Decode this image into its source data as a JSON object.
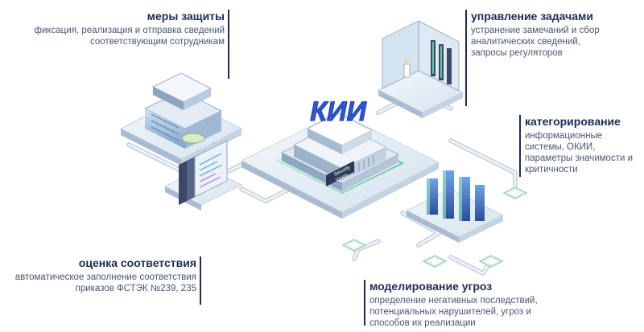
{
  "center_label": "КИИ",
  "center_brand_line1": "Security",
  "center_brand_line2": "Vision",
  "callouts": {
    "protection": {
      "title": "меры защиты",
      "desc": "фиксация, реализация и отправка сведений\nсоответствующим сотрудникам"
    },
    "tasks": {
      "title": "управление задачами",
      "desc": "устранение замечаний и сбор\nаналитических сведений,\nзапросы регуляторов"
    },
    "categorization": {
      "title": "категорирование",
      "desc": "информационные\nсистемы, ОКИИ,\nпараметры значимости и\nкритичности"
    },
    "assessment": {
      "title": "оценка соответствия",
      "desc": "автоматическое заполнение соответствия\nприказов ФСТЭК №239, 235"
    },
    "threats": {
      "title": "моделирование угроз",
      "desc": "определение негативных последствий,\nпотенциальных нарушителей, угроз и\nспособов их реализации"
    }
  },
  "colors": {
    "accent_navy": "#1e2b55",
    "platform_top": "#e9f1f7",
    "platform_side": "#b7c7d6",
    "glow_green": "#7fe0b0",
    "logo_blue": "#2f56d9"
  },
  "icons": [
    "server-stack-icon",
    "document-stack-icon",
    "holo-room-icon",
    "data-tower-icon",
    "chip-node-icon"
  ]
}
